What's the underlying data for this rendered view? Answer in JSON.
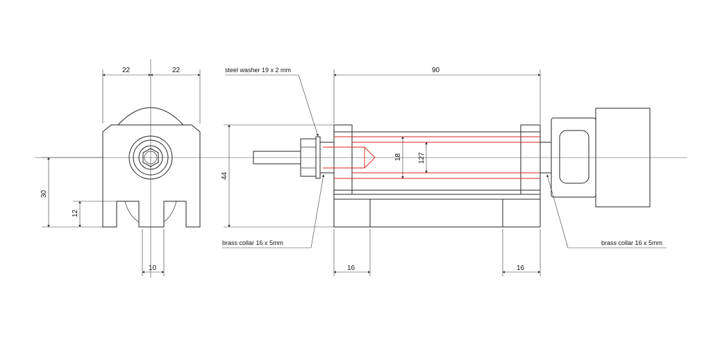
{
  "dimensions": {
    "left_half_width": "22",
    "right_half_width": "22",
    "overall_height": "44",
    "axis_height": "30",
    "slot_height": "12",
    "slot_width": "10",
    "overall_length": "90",
    "bore": "18",
    "inner_bore": "127",
    "left_foot": "16",
    "right_foot": "16"
  },
  "labels": {
    "steel_washer": "steel washer 19 x 2 mm",
    "brass_collar_left": "brass collar 16 x 5mm",
    "brass_collar_right": "brass collar 16 x 5mm"
  },
  "colors": {
    "line": "#222222",
    "hidden_red": "#e02020"
  }
}
